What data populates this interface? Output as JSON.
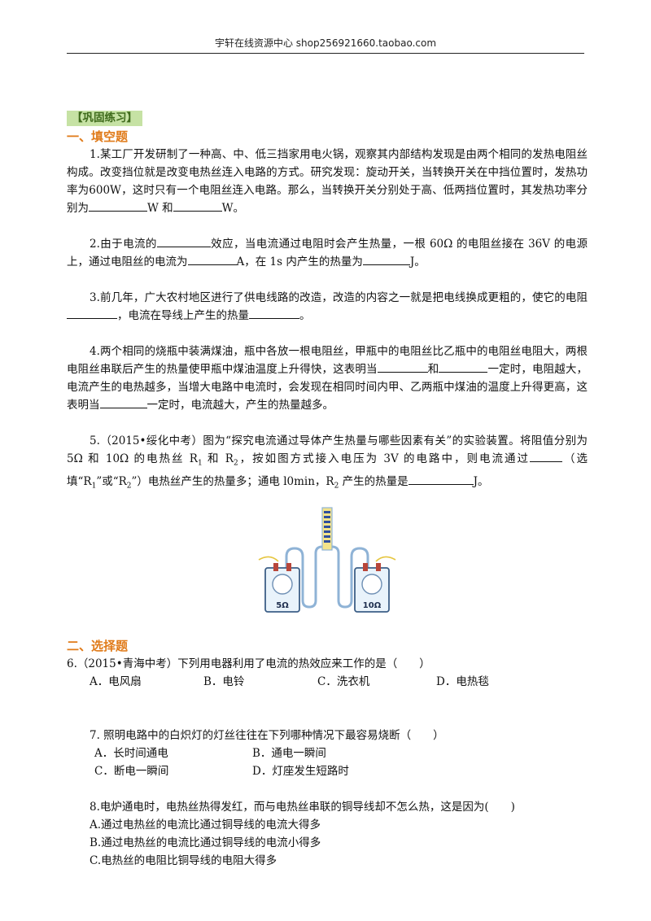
{
  "header": {
    "text": "宇轩在线资源中心   shop256921660.taobao.com"
  },
  "tag": "【巩固练习】",
  "section1": "一、填空题",
  "q1": {
    "p1": "1.某工厂开发研制了一种高、中、低三挡家用电火锅，观察其内部结构发现是由两个相同的发热电阻丝构成。改变挡位就是改变电热丝连入电路的方式。研究发现：旋动开关，当转换开关在中挡位置时，发热功率为600W，这时只有一个电阻丝连入电路。那么，当转换开关分别处于高、低两挡位置时，其发热功率分别为",
    "p2": "W 和",
    "p3": "W。"
  },
  "q2": {
    "p1": "2.由于电流的",
    "p2": "效应，当电流通过电阻时会产生热量，一根 60Ω 的电阻丝接在 36V 的电源上，通过电阻丝的电流为",
    "p3": "A，在 1s 内产生的热量为",
    "p4": "J。"
  },
  "q3": {
    "p1": "3.前几年，广大农村地区进行了供电线路的改造，改造的内容之一就是把电线换成更粗的，使它的电阻",
    "p2": "，电流在导线上产生的热量",
    "p3": "。"
  },
  "q4": {
    "p1": "4.两个相同的烧瓶中装满煤油，瓶中各放一根电阻丝，甲瓶中的电阻丝比乙瓶中的电阻丝电阻大，两根电阻丝串联后产生的热量使甲瓶中煤油温度上升得快，这表明当",
    "p2": "和",
    "p3": "一定时，电阻越大，电流产生的电热越多，当增大电路中电流时，会发现在相同时间内甲、乙两瓶中煤油的温度上升得更高，这表明当",
    "p4": "一定时，电流越大，产生的热量越多。"
  },
  "q5": {
    "p1": "5.（2015•绥化中考）图为“探究电流通过导体产生热量与哪些因素有关”的实验装置。将阻值分别为 5Ω 和 10Ω 的电热丝 R",
    "s1": "1",
    "p2": " 和 R",
    "s2": "2",
    "p3": "，按如图方式接入电压为 3V 的电路中，则电流通过",
    "p4": "（选填“R",
    "s3": "1",
    "p5": "”或“R",
    "s4": "2",
    "p6": "”）电热丝产生的热量多；通电 l0min，R",
    "s5": "2",
    "p7": " 产生的热量是",
    "p8": "J。"
  },
  "figure": {
    "left_label": "5Ω",
    "right_label": "10Ω"
  },
  "section2": "二、选择题",
  "q6": {
    "stem": "6.（2015•青海中考）下列用电器利用了电流的热效应来工作的是（　　）",
    "a": "A．电风扇",
    "b": "B．电铃",
    "c": "C．洗衣机",
    "d": "D．电热毯"
  },
  "q7": {
    "stem": "7. 照明电路中的白炽灯的灯丝往往在下列哪种情况下最容易烧断（　　）",
    "a": "A．长时间通电",
    "b": "B．通电一瞬间",
    "c": "C．断电一瞬间",
    "d": "D．灯座发生短路时"
  },
  "q8": {
    "stem": "8.电炉通电时，电热丝热得发红，而与电热丝串联的铜导线却不怎么热，这是因为(　　)",
    "a": "A.通过电热丝的电流比通过铜导线的电流大得多",
    "b": "B.通过电热丝的电流比通过铜导线的电流小得多",
    "c": "C.电热丝的电阻比铜导线的电阻大得多"
  }
}
